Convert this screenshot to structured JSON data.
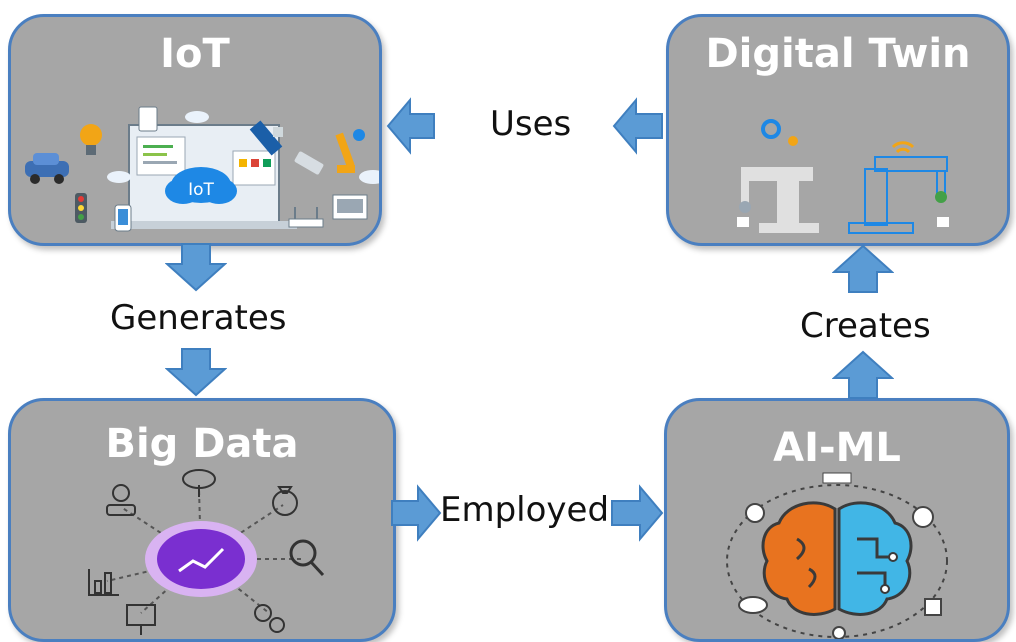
{
  "nodes": {
    "iot": {
      "title": "IoT",
      "cloud_label": "IoT"
    },
    "digital_twin": {
      "title": "Digital Twin"
    },
    "big_data": {
      "title": "Big Data"
    },
    "ai_ml": {
      "title": "AI-ML"
    }
  },
  "edges": {
    "uses": "Uses",
    "generates": "Generates",
    "employed": "Employed",
    "creates": "Creates"
  },
  "colors": {
    "box_fill": "#a6a6a6",
    "box_border": "#4a7fc0",
    "arrow": "#5b9bd5",
    "brain_left": "#e8731f",
    "brain_right": "#41b6e6",
    "big_data_hub": "#7a2fd0"
  }
}
